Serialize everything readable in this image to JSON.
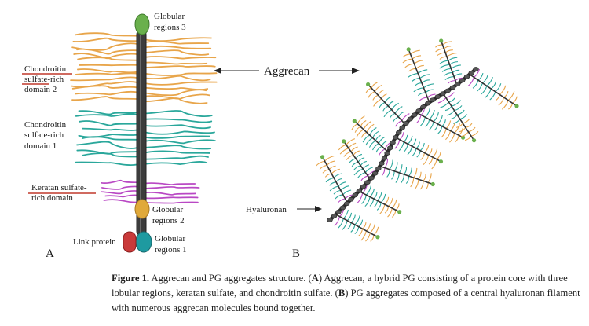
{
  "labels": {
    "globular3": [
      "Globular",
      "regions 3"
    ],
    "cs2": [
      "Chondroitin",
      "sulfate-rich",
      "domain 2"
    ],
    "cs1": [
      "Chondroitin",
      "sulfate-rich",
      "domain 1"
    ],
    "ks": [
      "Keratan sulfate-",
      "rich domain"
    ],
    "globular2": [
      "Globular",
      "regions 2"
    ],
    "globular1": [
      "Globular",
      "regions 1"
    ],
    "link_protein": "Link protein",
    "aggrecan": "Aggrecan",
    "hyaluronan": "Hyaluronan",
    "panel_a": "A",
    "panel_b": "B"
  },
  "caption": {
    "fig": "Figure 1.",
    "s1": " Aggrecan and PG aggregates structure. (",
    "a": "A",
    "s2": ") Aggrecan, a hybrid PG consisting of a protein core with three lobular regions, keratan sulfate, and chondroitin sulfate. (",
    "b": "B",
    "s3": ") PG aggregates composed of a central hyaluronan filament with numerous aggrecan molecules bound together."
  },
  "colors": {
    "cs2": "#e8a54a",
    "cs1": "#2aa79b",
    "ks": "#b948c4",
    "core": "#3c3c3c",
    "globular3": "#6ab04c",
    "globular2": "#e0a93a",
    "globular1": "#1e9aa0",
    "link": "#c93a3a",
    "underline": "#c0392b"
  }
}
